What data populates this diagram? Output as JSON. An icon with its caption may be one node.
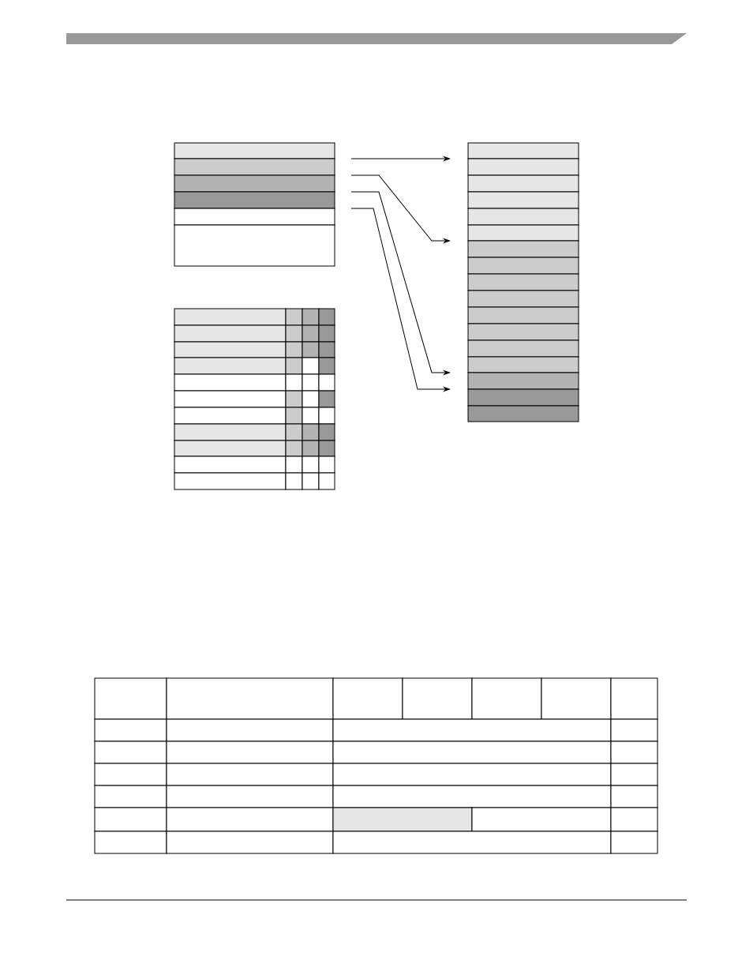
{
  "diagram": {
    "nodes": [
      {
        "text": [],
        "shape": "box"
      },
      {
        "text": [],
        "shape": "box"
      },
      {
        "text": [],
        "shape": "box"
      },
      {
        "text": [],
        "shape": "box"
      },
      {
        "text": [],
        "shape": "box"
      },
      {
        "text": [],
        "shape": "box"
      },
      {
        "text": [],
        "shape": "box"
      },
      {
        "text": [],
        "shape": "box"
      },
      {
        "text": [],
        "shape": "box"
      },
      {
        "text": [],
        "shape": "box"
      },
      {
        "text": [],
        "shape": "box"
      },
      {
        "text": [],
        "shape": "box"
      },
      {
        "text": [],
        "shape": "box"
      },
      {
        "text": [],
        "shape": "box"
      },
      {
        "text": [],
        "shape": "box"
      },
      {
        "text": [],
        "shape": "box"
      },
      {
        "text": [],
        "shape": "box"
      },
      {
        "text": [],
        "shape": "box"
      },
      {
        "text": [],
        "shape": "box"
      },
      {
        "text": [],
        "shape": "box"
      },
      {
        "text": [],
        "shape": "box"
      },
      {
        "text": [],
        "shape": "box"
      },
      {
        "text": [],
        "shape": "box"
      },
      {
        "text": [],
        "shape": "box"
      },
      {
        "text": [],
        "shape": "box"
      },
      {
        "text": [],
        "shape": "box"
      },
      {
        "text": [],
        "shape": "box"
      },
      {
        "text": [],
        "shape": "box"
      },
      {
        "text": [],
        "shape": "box"
      },
      {
        "text": [],
        "shape": "box"
      },
      {
        "text": [],
        "shape": "box"
      },
      {
        "text": [],
        "shape": "box"
      },
      {
        "text": [],
        "shape": "box"
      },
      {
        "text": [],
        "shape": "box"
      },
      {
        "text": [],
        "shape": "box"
      },
      {
        "text": [],
        "shape": "box"
      },
      {
        "text": [],
        "shape": "box"
      },
      {
        "text": [],
        "shape": "box"
      },
      {
        "text": [],
        "shape": "box"
      },
      {
        "text": [],
        "shape": "box"
      },
      {
        "text": [],
        "shape": "box"
      },
      {
        "text": [],
        "shape": "box"
      },
      {
        "text": [],
        "shape": "box"
      },
      {
        "text": [],
        "shape": "box"
      },
      {
        "text": [],
        "shape": "box"
      },
      {
        "text": [],
        "shape": "box"
      },
      {
        "text": [],
        "shape": "box"
      },
      {
        "text": [],
        "shape": "box"
      },
      {
        "text": [],
        "shape": "box"
      },
      {
        "text": [],
        "shape": "box"
      },
      {
        "text": [],
        "shape": "box"
      },
      {
        "text": [],
        "shape": "box"
      },
      {
        "text": [],
        "shape": "box"
      },
      {
        "text": [],
        "shape": "box"
      },
      {
        "text": [],
        "shape": "box"
      },
      {
        "text": [],
        "shape": "box"
      },
      {
        "text": [],
        "shape": "box"
      },
      {
        "text": [],
        "shape": "box"
      },
      {
        "text": [],
        "shape": "box"
      },
      {
        "text": [],
        "shape": "box"
      },
      {
        "text": [],
        "shape": "box"
      },
      {
        "text": [],
        "shape": "box"
      },
      {
        "text": [],
        "shape": "box"
      },
      {
        "text": [],
        "shape": "box"
      },
      {
        "text": [],
        "shape": "box"
      },
      {
        "text": [],
        "shape": "box"
      },
      {
        "text": [],
        "shape": "box"
      },
      {
        "text": [],
        "shape": "box"
      },
      {
        "text": [],
        "shape": "box"
      },
      {
        "text": [],
        "shape": "box"
      },
      {
        "text": [],
        "shape": "box"
      },
      {
        "text": [],
        "shape": "box"
      },
      {
        "text": [],
        "shape": "box"
      },
      {
        "text": [],
        "shape": "box"
      },
      {
        "text": [],
        "shape": "box"
      },
      {
        "text": [],
        "shape": "box"
      },
      {
        "text": [],
        "shape": "box"
      },
      {
        "text": [],
        "shape": "box"
      },
      {
        "text": [],
        "shape": "box"
      },
      {
        "text": [],
        "shape": "box"
      },
      {
        "text": [],
        "shape": "box"
      },
      {
        "text": [],
        "shape": "box"
      },
      {
        "text": [],
        "shape": "box"
      },
      {
        "text": [],
        "shape": "box"
      },
      {
        "text": [],
        "shape": "box"
      },
      {
        "text": [],
        "shape": "box"
      },
      {
        "text": [],
        "shape": "box"
      },
      {
        "text": [],
        "shape": "box"
      },
      {
        "text": [],
        "shape": "box"
      },
      {
        "text": [],
        "shape": "box"
      },
      {
        "text": [],
        "shape": "box"
      },
      {
        "text": [],
        "shape": "box"
      },
      {
        "text": [],
        "shape": "box"
      },
      {
        "text": [],
        "shape": "box"
      },
      {
        "text": [],
        "shape": "box"
      },
      {
        "text": [],
        "shape": "box"
      },
      {
        "text": [],
        "shape": "box"
      },
      {
        "text": [],
        "shape": "box"
      },
      {
        "text": [],
        "shape": "box"
      }
    ],
    "edges": [
      {
        "from": 0,
        "to": 7,
        "arrow": "to"
      },
      {
        "from": 1,
        "to": 12,
        "arrow": "to"
      },
      {
        "from": 2,
        "to": 20,
        "arrow": "to"
      },
      {
        "from": 3,
        "to": 21,
        "arrow": "to"
      }
    ]
  }
}
